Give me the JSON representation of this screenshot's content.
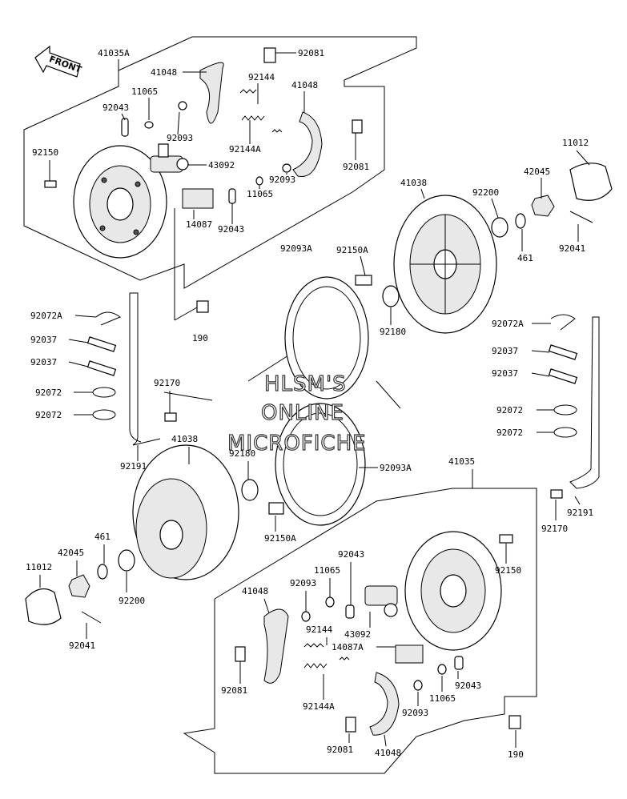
{
  "front_badge": "FRONT",
  "watermark": [
    "HLSM'S",
    "ONLINE",
    "MICROFICHE"
  ],
  "labels": [
    "41035A",
    "41048",
    "11065",
    "92043",
    "92093",
    "92081",
    "92144",
    "41048",
    "92144A",
    "92150",
    "43092",
    "14087",
    "92043",
    "11065",
    "92093",
    "92081",
    "11012",
    "42045",
    "92200",
    "41038",
    "461",
    "92041",
    "92093A",
    "92150A",
    "92180",
    "190",
    "92072A",
    "92037",
    "92037",
    "92072",
    "92072",
    "92170",
    "41038",
    "92180",
    "92093A",
    "92191",
    "92072A",
    "92037",
    "92037",
    "92072",
    "92072",
    "41035",
    "92150A",
    "461",
    "42045",
    "11012",
    "92200",
    "92041",
    "92191",
    "92170",
    "92150",
    "92043",
    "11065",
    "92093",
    "41048",
    "43092",
    "92144",
    "14087A",
    "92043",
    "92081",
    "92144A",
    "11065",
    "92093",
    "92081",
    "41048",
    "190"
  ]
}
